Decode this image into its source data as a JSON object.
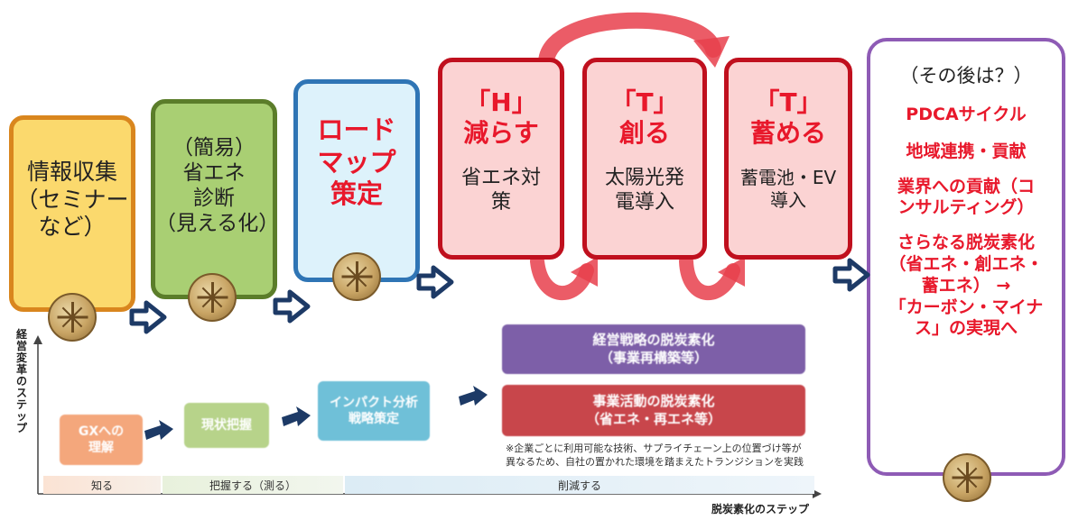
{
  "steps": [
    {
      "text": "情報収集\n（セミナー\nなど）"
    },
    {
      "text": "（簡易）\n省エネ\n診断\n（見える化）"
    },
    {
      "text": "ロード\nマップ\n策定"
    },
    {
      "title": "「H」\n減らす",
      "body": "省エネ対\n策"
    },
    {
      "title": "「T」\n創る",
      "body": "太陽光発\n電導入"
    },
    {
      "title": "「T」\n蓄める",
      "body": "蓄電池・EV\n導入"
    }
  ],
  "after": {
    "title": "（その後は？）",
    "items": [
      "PDCAサイクル",
      "地域連携・貢献",
      "業界への貢献（コ\nンサルティング）",
      "さらなる脱炭素化\n（省エネ・創エネ・\n蓄エネ） →\n「カーボン・マイナ\nス」の実現へ"
    ]
  },
  "chart": {
    "y_axis_label": "経\n営\n変\n革\nの\nス\nテ\nッ\nプ",
    "x_axis_label": "脱炭素化のステップ",
    "boxes": [
      {
        "text": "GXへの\n理解"
      },
      {
        "text": "現状把握"
      },
      {
        "text": "インパクト分析\n戦略策定"
      },
      {
        "text": "経営戦略の脱炭素化\n（事業再構築等）"
      },
      {
        "text": "事業活動の脱炭素化\n（省エネ・再エネ等）"
      }
    ],
    "note": "※企業ごとに利用可能な技術、サプライチェーン上の位置づけ等が\n異なるため、自社の置かれた環境を踏まえたトランジションを実践",
    "phases": [
      "知る",
      "把握する（測る）",
      "削減する"
    ]
  },
  "colors": {
    "step1_border": "#d9861e",
    "step1_fill": "#fbd96d",
    "step2_border": "#5b7d2a",
    "step2_fill": "#a9cf73",
    "step3_border": "#2f75b5",
    "step3_fill": "#ddf2fb",
    "red_border": "#c0101e",
    "red_fill": "#fbd3d3",
    "after_border": "#8e5bb5",
    "after_fill": "#ffffff",
    "accent_red": "#e8182b",
    "arrow_navy": "#1d3a66"
  }
}
